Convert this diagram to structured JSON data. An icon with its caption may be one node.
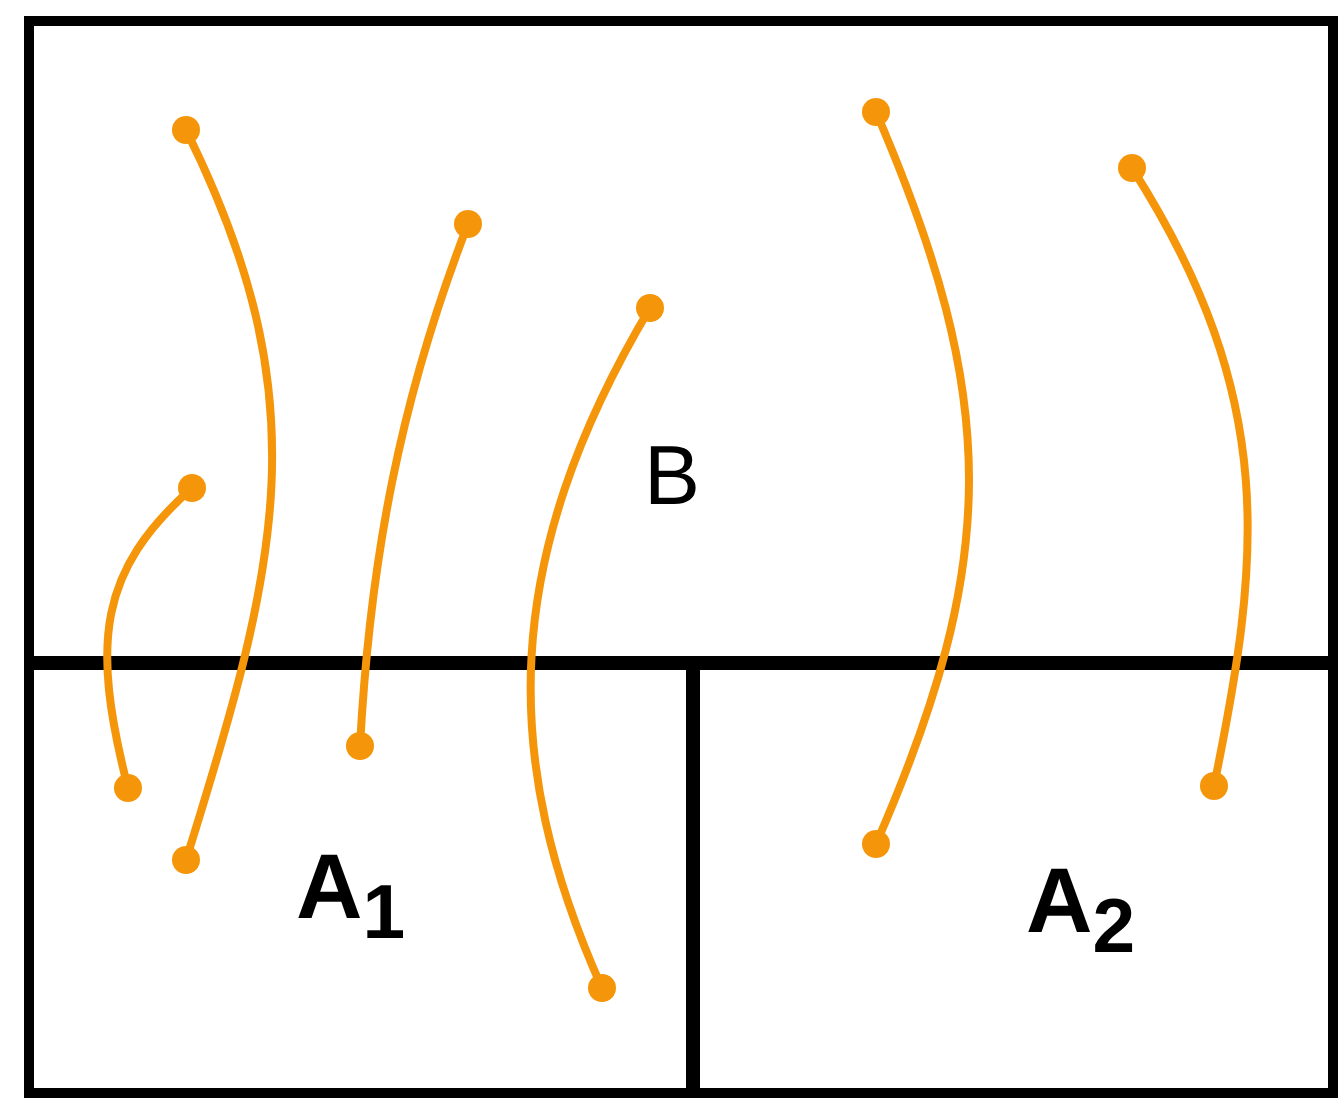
{
  "diagram": {
    "nodes": [
      {
        "text": [
          "B"
        ]
      },
      {
        "text": [
          "A$_{1}$"
        ]
      },
      {
        "text": [
          "A$_{2}$"
        ]
      }
    ],
    "edges": [
      {
        "from": 0,
        "to": 1,
        "arrow": "other"
      },
      {
        "from": 0,
        "to": 1,
        "arrow": "other"
      },
      {
        "from": 0,
        "to": 1,
        "arrow": "other"
      },
      {
        "from": 0,
        "to": 1,
        "arrow": "other"
      },
      {
        "from": 0,
        "to": 2,
        "arrow": "other"
      },
      {
        "from": 0,
        "to": 2,
        "arrow": "other"
      }
    ]
  }
}
